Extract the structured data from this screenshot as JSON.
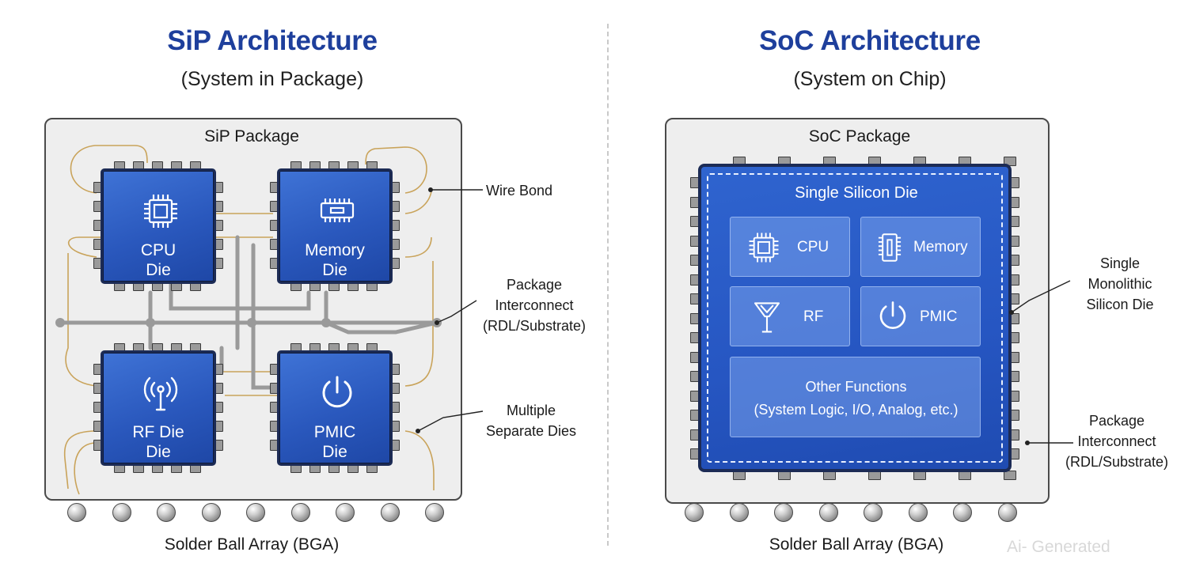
{
  "sip": {
    "title": "SiP Architecture",
    "subtitle": "(System in Package)",
    "package_label": "SiP Package",
    "dies": [
      {
        "line1": "CPU",
        "line2": "Die",
        "icon": "chip-icon"
      },
      {
        "line1": "Memory",
        "line2": "Die",
        "icon": "memory-icon"
      },
      {
        "line1": "RF Die",
        "line2": "Die",
        "icon": "antenna-icon"
      },
      {
        "line1": "PMIC",
        "line2": "Die",
        "icon": "power-icon"
      }
    ],
    "annotations": {
      "wire_bond": "Wire Bond",
      "interconnect": [
        "Package",
        "Interconnect",
        "(RDL/Substrate)"
      ],
      "multiple": [
        "Multiple",
        "Separate Dies"
      ]
    },
    "bga_label": "Solder Ball Array (BGA)"
  },
  "soc": {
    "title": "SoC Architecture",
    "subtitle": "(System on Chip)",
    "package_label": "SoC Package",
    "die_label": "Single Silicon Die",
    "blocks": [
      {
        "label": "CPU",
        "icon": "chip-icon"
      },
      {
        "label": "Memory",
        "icon": "memory-icon"
      },
      {
        "label": "RF",
        "icon": "antenna-icon"
      },
      {
        "label": "PMIC",
        "icon": "power-icon"
      }
    ],
    "other": [
      "Other Functions",
      "(System Logic, I/O, Analog, etc.)"
    ],
    "annotations": {
      "monolithic": [
        "Single",
        "Monolithic",
        "Silicon Die"
      ],
      "interconnect": [
        "Package",
        "Interconnect",
        "(RDL/Substrate)"
      ]
    },
    "bga_label": "Solder Ball Array (BGA)"
  },
  "watermark": "Ai- Generated",
  "colors": {
    "title": "#1e3f9c",
    "die_blue": "#2a58bd",
    "wire": "#c9a35a",
    "interconnect": "#9a9a9a"
  }
}
